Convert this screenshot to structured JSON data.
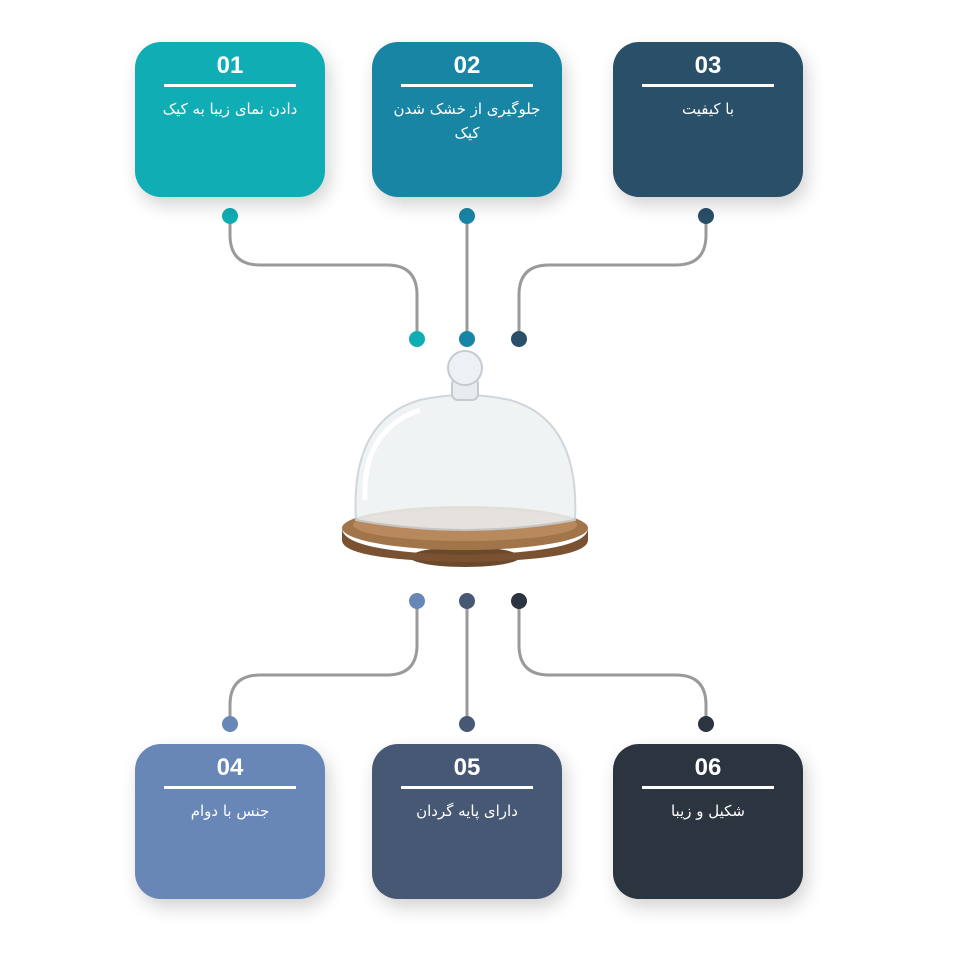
{
  "features": [
    {
      "number": "01",
      "text": "دادن نمای زیبا به کیک",
      "color": "#10adb5"
    },
    {
      "number": "02",
      "text": "جلوگیری از خشک شدن کیک",
      "color": "#1985a4"
    },
    {
      "number": "03",
      "text": "با کیفیت",
      "color": "#294f69"
    },
    {
      "number": "04",
      "text": "جنس با دوام",
      "color": "#6886b6"
    },
    {
      "number": "05",
      "text": "دارای پایه گردان",
      "color": "#475874"
    },
    {
      "number": "06",
      "text": "شکیل و زیبا",
      "color": "#2c3440"
    }
  ],
  "connector_color": "#9a9a9a"
}
